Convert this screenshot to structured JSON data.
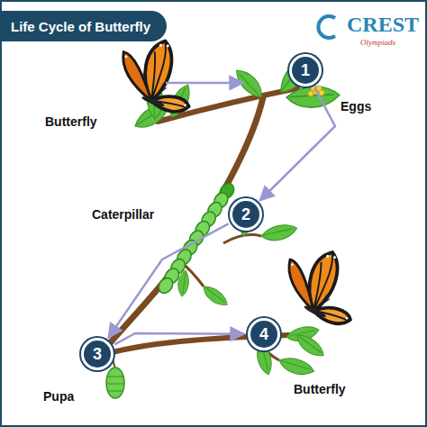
{
  "diagram": {
    "title": "Life Cycle of Butterfly",
    "nodes": [
      {
        "text": [
          "1"
        ]
      },
      {
        "text": [
          "2"
        ]
      },
      {
        "text": [
          "3"
        ]
      },
      {
        "text": [
          "4"
        ]
      }
    ],
    "edges": [
      {
        "from": 0,
        "to": 1,
        "arrow": "to"
      },
      {
        "from": 1,
        "to": 2,
        "arrow": "to"
      },
      {
        "from": 2,
        "to": 3,
        "arrow": "to"
      }
    ],
    "labels": [
      "Butterfly",
      "Eggs",
      "Caterpillar",
      "Pupa",
      "Butterfly",
      "CREST",
      "Olympiads"
    ]
  }
}
